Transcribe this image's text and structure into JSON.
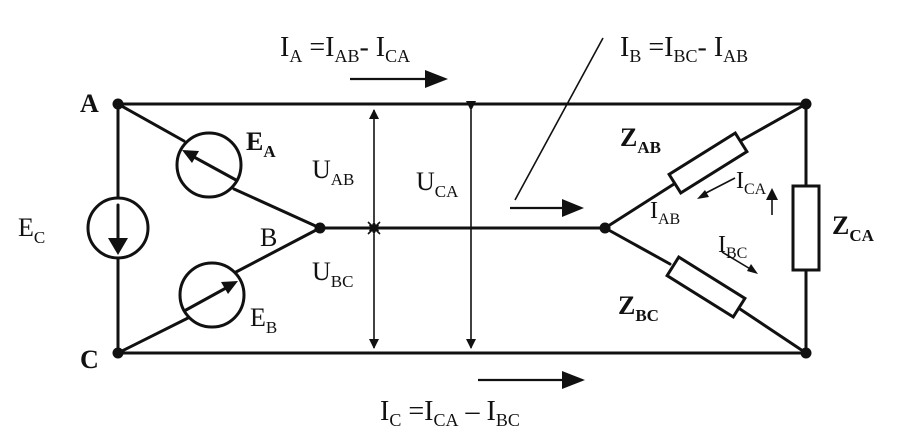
{
  "nodes": {
    "a": "A",
    "b": "B",
    "c": "C"
  },
  "equations": {
    "ia": {
      "lhs": "I",
      "lhs_sub": "A",
      "eq": " =",
      "t1": "I",
      "t1_sub": "AB",
      "op": "- ",
      "t2": "I",
      "t2_sub": "CA"
    },
    "ib": {
      "lhs": "I",
      "lhs_sub": "B",
      "eq": " =",
      "t1": "I",
      "t1_sub": "BC",
      "op": "- ",
      "t2": "I",
      "t2_sub": "AB"
    },
    "ic": {
      "lhs": "I",
      "lhs_sub": "C",
      "eq": " =",
      "t1": "I",
      "t1_sub": "CA",
      "op": " – ",
      "t2": "I",
      "t2_sub": "BC"
    }
  },
  "sources": {
    "ea": {
      "main": "E",
      "sub": "A"
    },
    "eb": {
      "main": "E",
      "sub": "B"
    },
    "ec": {
      "main": "E",
      "sub": "C"
    }
  },
  "voltages": {
    "uab": {
      "main": "U",
      "sub": "AB"
    },
    "ubc": {
      "main": "U",
      "sub": "BC"
    },
    "uca": {
      "main": "U",
      "sub": "CA"
    }
  },
  "impedances": {
    "zab": {
      "main": "Z",
      "sub": "AB"
    },
    "zbc": {
      "main": "Z",
      "sub": "BC"
    },
    "zca": {
      "main": "Z",
      "sub": "CA"
    }
  },
  "branch_currents": {
    "iab": {
      "main": "I",
      "sub": "AB"
    },
    "ibc": {
      "main": "I",
      "sub": "BC"
    },
    "ica": {
      "main": "I",
      "sub": "CA"
    }
  }
}
